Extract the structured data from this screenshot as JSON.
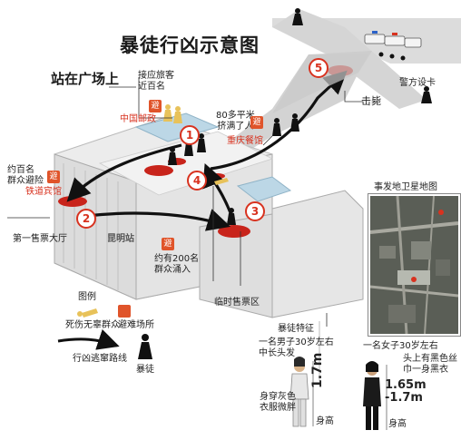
{
  "title": "暴徒行凶示意图",
  "labels": {
    "square": "站在广场上",
    "pickup_passengers": "接应旅客\n近百名",
    "china_post": "中国邮政",
    "crowded": "80多平米\n挤满了人",
    "chongqing_restaurant": "重庆餐馆",
    "hundred_shelter": "约百名\n群众避险",
    "railway_hotel": "铁道宾馆",
    "ticket_hall": "第一售票大厅",
    "kunming_station": "昆明站",
    "two_hundred_shelter": "约有200名\n群众涌入",
    "temp_ticket": "临时售票区",
    "shot": "击毙",
    "police_checkpoint": "警方设卡",
    "sat_map": "事发地卫星地图",
    "legend_title": "图例",
    "legend_victims": "死伤无辜群众",
    "legend_shelter": "避难场所",
    "legend_route": "行凶逃窜路线",
    "legend_thug": "暴徒",
    "features_title": "暴徒特征",
    "man_desc": "一名男子30岁左右\n中长头发",
    "man_clothes": "身穿灰色\n衣服微胖",
    "man_height": "1.7m",
    "man_height_label": "身高",
    "woman_desc": "一名女子30岁左右",
    "woman_hair": "头上有黑色丝\n巾一身黑衣",
    "woman_height": "1.65m\n-1.7m",
    "woman_height_label": "身高",
    "shelter_glyph": "避"
  },
  "markers": [
    "1",
    "2",
    "3",
    "4",
    "5"
  ],
  "colors": {
    "blood": "#c8241b",
    "accent": "#d8321f",
    "shelter": "#e0542a",
    "route": "#1a1a1a",
    "building": "#e8e8e8",
    "glass": "#bcd7e6"
  }
}
